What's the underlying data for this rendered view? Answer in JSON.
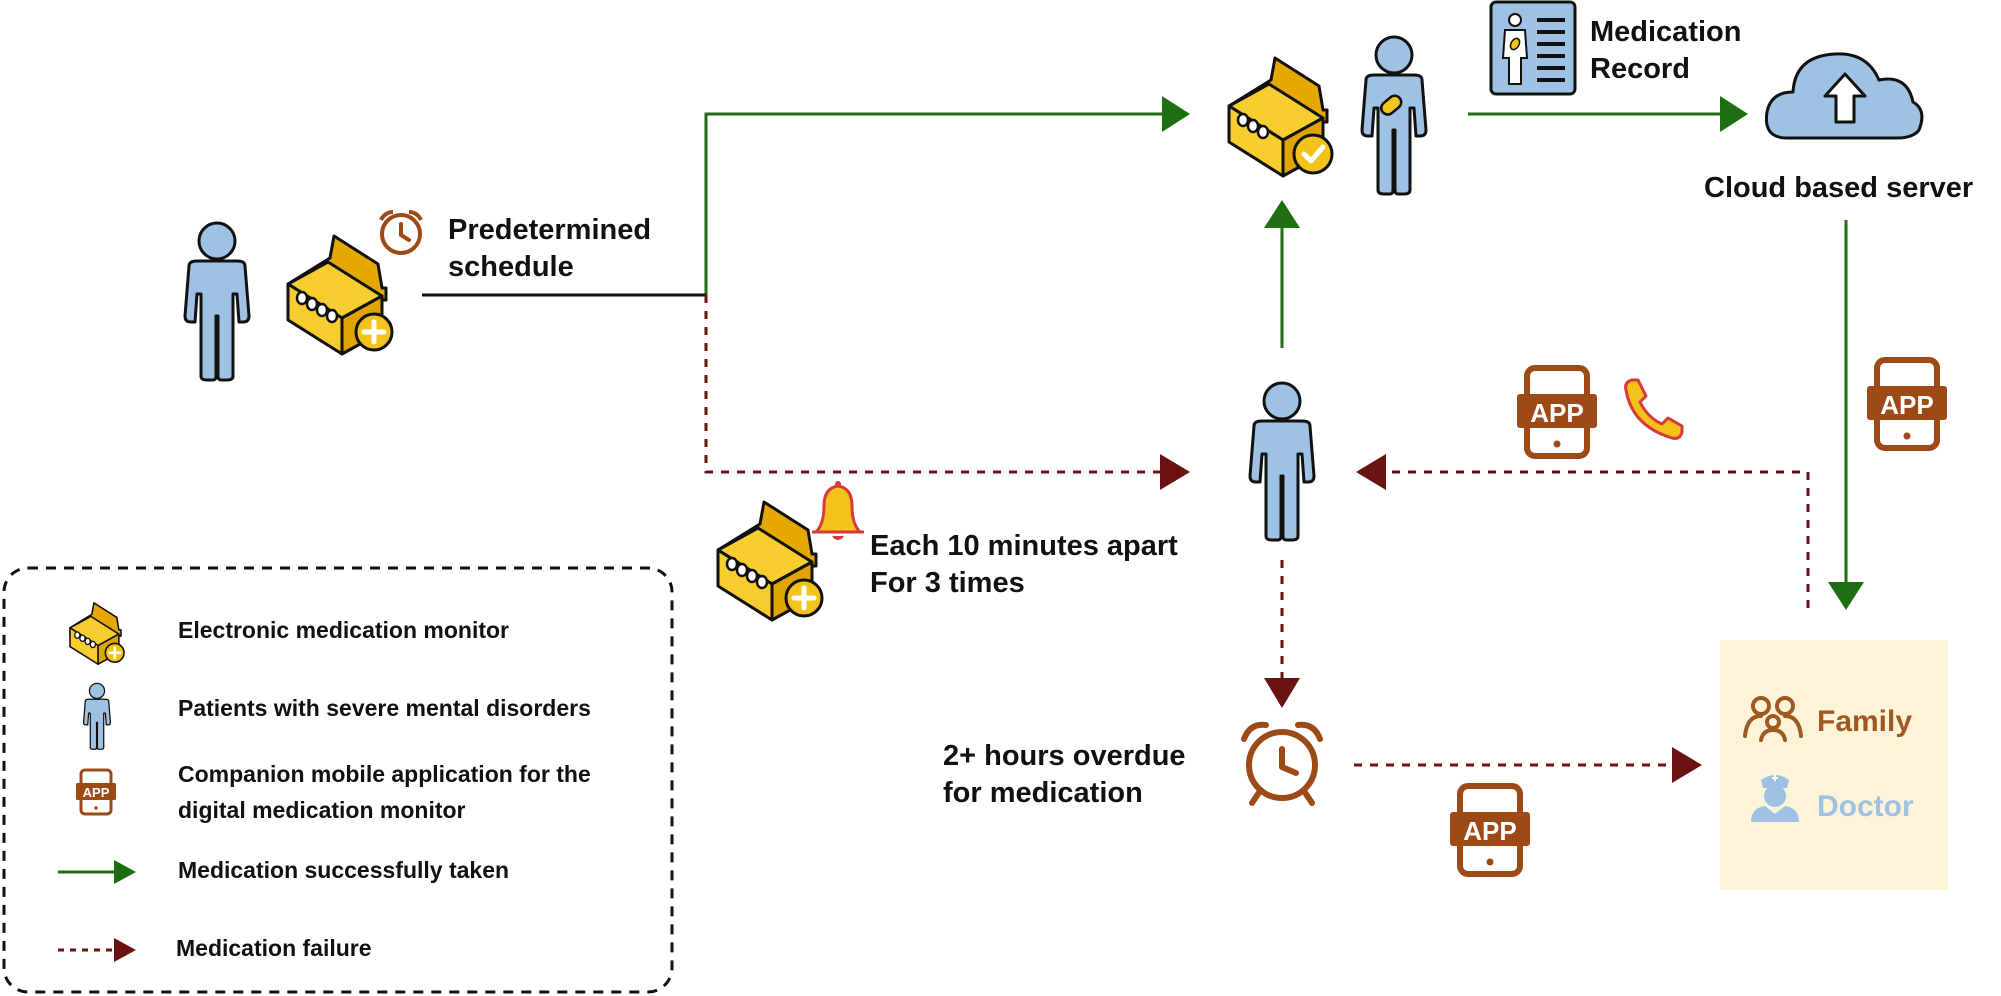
{
  "labels": {
    "predetermined_line1": "Predetermined",
    "predetermined_line2": "schedule",
    "medication_record_line1": "Medication",
    "medication_record_line2": "Record",
    "cloud_server": "Cloud based server",
    "reminder_line1": "Each 10 minutes apart",
    "reminder_line2": "For 3 times",
    "overdue_line1": "2+ hours overdue",
    "overdue_line2": "for medication",
    "family": "Family",
    "doctor": "Doctor",
    "app_text": "APP"
  },
  "legend": {
    "items": [
      {
        "icon": "medication-monitor-icon",
        "text": "Electronic medication monitor"
      },
      {
        "icon": "patient-icon",
        "text": "Patients with severe mental disorders"
      },
      {
        "icon": "app-phone-icon",
        "text_line1": "Companion mobile application for the",
        "text_line2": "digital medication monitor"
      },
      {
        "icon": "green-arrow",
        "text": "Medication successfully taken"
      },
      {
        "icon": "dashed-red-arrow",
        "text": "Medication failure"
      }
    ]
  },
  "colors": {
    "success": "#1e6e12",
    "failure": "#6b1212",
    "patient": "#9fc1e3",
    "monitor": "#f3c31b",
    "app": "#9e4a17",
    "family": "#9e5a22",
    "doctor": "#9fc1e3",
    "care_box": "#fdf3d8"
  }
}
